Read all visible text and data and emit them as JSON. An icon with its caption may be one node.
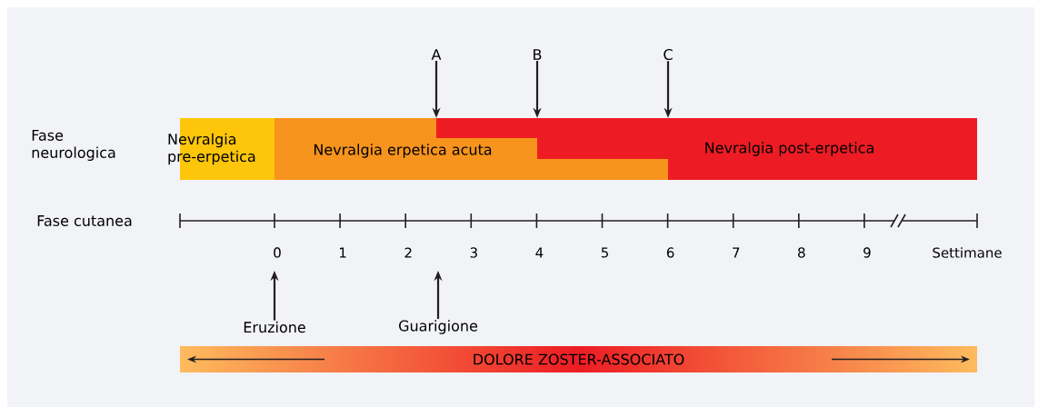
{
  "diagram": {
    "nodes": [
      {
        "text": [
          "A"
        ]
      },
      {
        "text": [
          "B"
        ]
      },
      {
        "text": [
          "C"
        ]
      },
      {
        "text": [
          "Nevralgia pre-erpetica"
        ]
      },
      {
        "text": [
          "Nevralgia erpetica acuta"
        ]
      },
      {
        "text": [
          "Nevralgia post-erpetica"
        ]
      },
      {
        "text": [
          "Eruzione"
        ]
      },
      {
        "text": [
          "Guarigione"
        ]
      },
      {
        "text": [
          "DOLORE ZOSTER-ASSOCIATO"
        ]
      }
    ],
    "edges": [
      {
        "from": 0,
        "to": 5,
        "arrow": "to"
      },
      {
        "from": 1,
        "to": 5,
        "arrow": "to"
      },
      {
        "from": 2,
        "to": 5,
        "arrow": "to"
      },
      {
        "from": 6,
        "to": null,
        "arrow": "to"
      },
      {
        "from": 7,
        "to": null,
        "arrow": "to"
      }
    ],
    "labels": [
      "Fase neurologica",
      "Fase cutanea",
      "0",
      "1",
      "2",
      "3",
      "4",
      "5",
      "6",
      "7",
      "8",
      "9",
      "Settimane"
    ]
  }
}
